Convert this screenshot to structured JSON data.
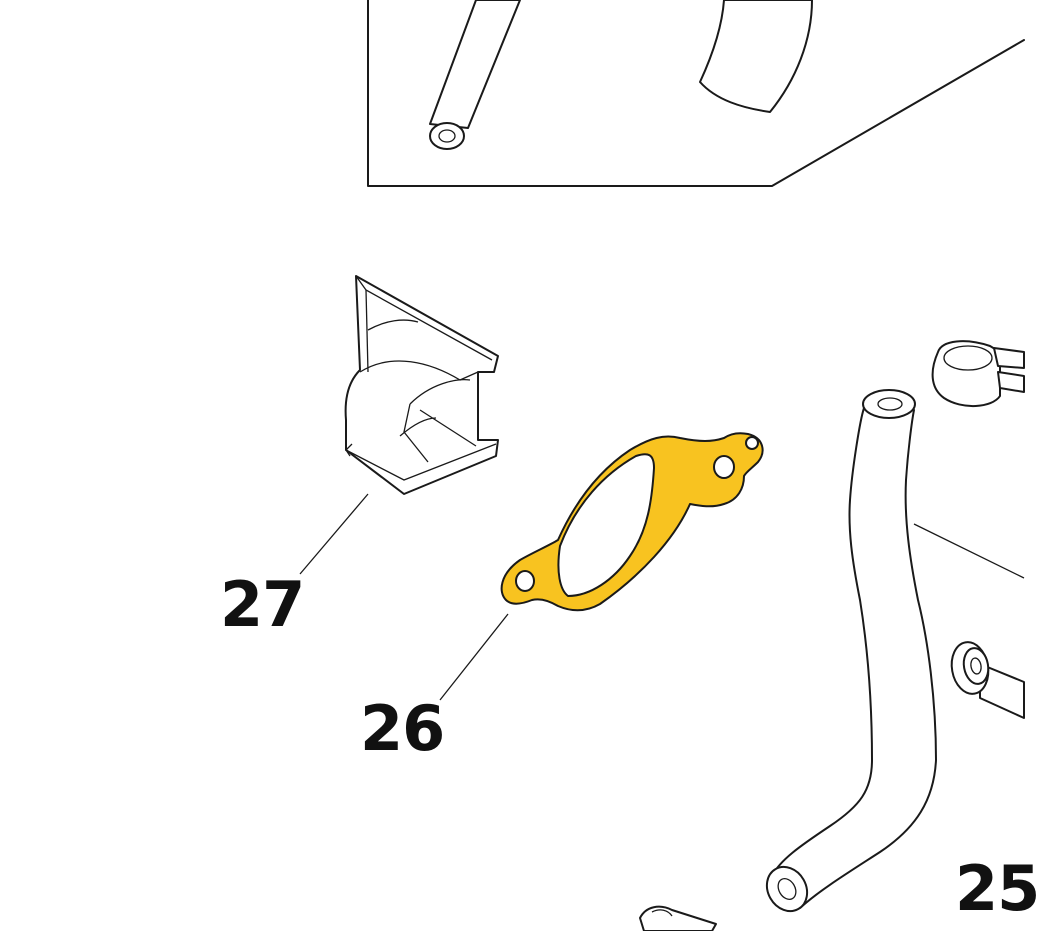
{
  "diagram": {
    "callouts": [
      {
        "id": "27",
        "text": "27"
      },
      {
        "id": "26",
        "text": "26"
      },
      {
        "id": "25",
        "text": "25"
      }
    ],
    "colors": {
      "highlight": "#f8c320",
      "line": "#1a1a1a",
      "background": "#ffffff"
    }
  }
}
